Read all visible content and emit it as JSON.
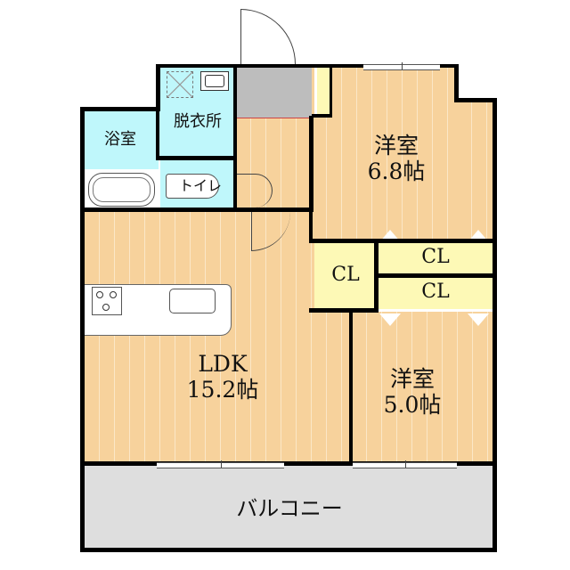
{
  "floorplan": {
    "rooms": {
      "western_room_1": {
        "name": "洋室",
        "size": "6.8帖"
      },
      "western_room_2": {
        "name": "洋室",
        "size": "5.0帖"
      },
      "ldk": {
        "name": "LDK",
        "size": "15.2帖"
      },
      "bath": {
        "name": "浴室"
      },
      "dressing": {
        "name": "脱衣所"
      },
      "toilet": {
        "name": "トイレ"
      },
      "balcony": {
        "name": "バルコニー"
      },
      "closets": [
        "CL",
        "CL",
        "CL"
      ]
    },
    "colors": {
      "wood_floor": "#f7d29c",
      "wet_area": "#bff7fb",
      "closet": "#fdf9b6",
      "entrance": "#bdbdbd",
      "balcony": "#dedede",
      "wall": "#000000"
    }
  }
}
